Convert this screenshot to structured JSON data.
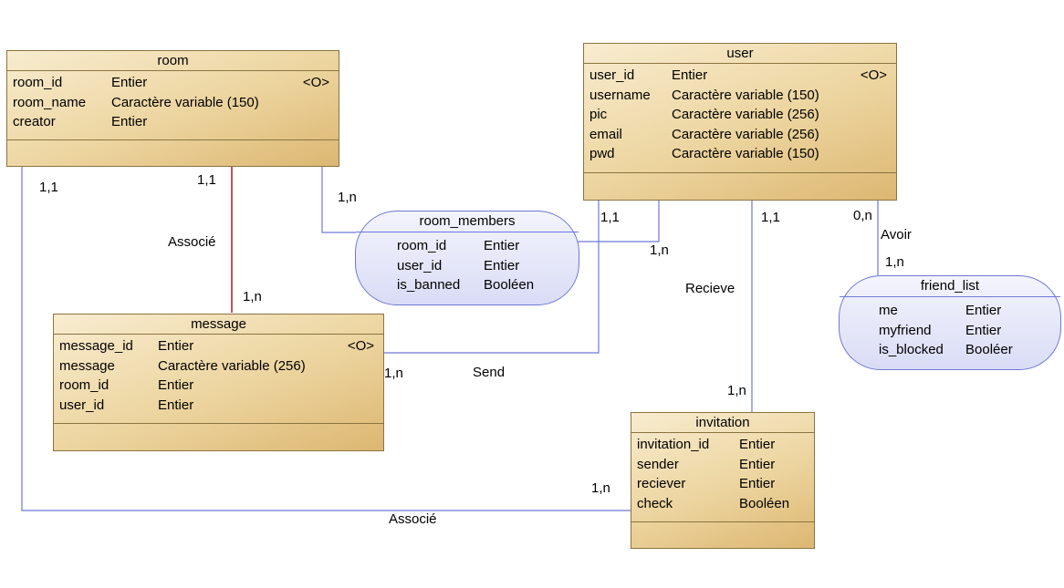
{
  "entities": {
    "room": {
      "name": "room",
      "key": "<O>",
      "fields": [
        {
          "name": "room_id",
          "type": "Entier"
        },
        {
          "name": "room_name",
          "type": "Caractère variable (150)"
        },
        {
          "name": "creator",
          "type": "Entier"
        }
      ]
    },
    "user": {
      "name": "user",
      "key": "<O>",
      "fields": [
        {
          "name": "user_id",
          "type": "Entier"
        },
        {
          "name": "username",
          "type": "Caractère variable (150)"
        },
        {
          "name": "pic",
          "type": "Caractère variable (256)"
        },
        {
          "name": "email",
          "type": "Caractère variable (256)"
        },
        {
          "name": "pwd",
          "type": "Caractère variable (150)"
        }
      ]
    },
    "message": {
      "name": "message",
      "key": "<O>",
      "fields": [
        {
          "name": "message_id",
          "type": "Entier"
        },
        {
          "name": "message",
          "type": "Caractère variable (256)"
        },
        {
          "name": "room_id",
          "type": "Entier"
        },
        {
          "name": "user_id",
          "type": "Entier"
        }
      ]
    },
    "invitation": {
      "name": "invitation",
      "fields": [
        {
          "name": "invitation_id",
          "type": "Entier"
        },
        {
          "name": "sender",
          "type": "Entier"
        },
        {
          "name": "reciever",
          "type": "Entier"
        },
        {
          "name": "check",
          "type": "Booléen"
        }
      ]
    }
  },
  "associations": {
    "room_members": {
      "name": "room_members",
      "fields": [
        {
          "name": "room_id",
          "type": "Entier"
        },
        {
          "name": "user_id",
          "type": "Entier"
        },
        {
          "name": "is_banned",
          "type": "Booléen"
        }
      ]
    },
    "friend_list": {
      "name": "friend_list",
      "fields": [
        {
          "name": "me",
          "type": "Entier"
        },
        {
          "name": "myfriend",
          "type": "Entier"
        },
        {
          "name": "is_blocked",
          "type": "Booléer"
        }
      ]
    }
  },
  "relation_labels": {
    "room_message": "Associé",
    "room_invitation": "Associé",
    "user_message": "Send",
    "user_invitation": "Recieve",
    "user_friend": "Avoir"
  },
  "cardinalities": {
    "room_invitation": "1,1",
    "room_message": "1,1",
    "room_members_room": "1,n",
    "message_room": "1,n",
    "user_message": "1,1",
    "room_members_user": "1,n",
    "user_invitation": "1,1",
    "user_friend": "0,n",
    "friend_user": "1,n",
    "message_user": "1,n",
    "invitation_user": "1,n",
    "invitation_room": "1,n"
  }
}
